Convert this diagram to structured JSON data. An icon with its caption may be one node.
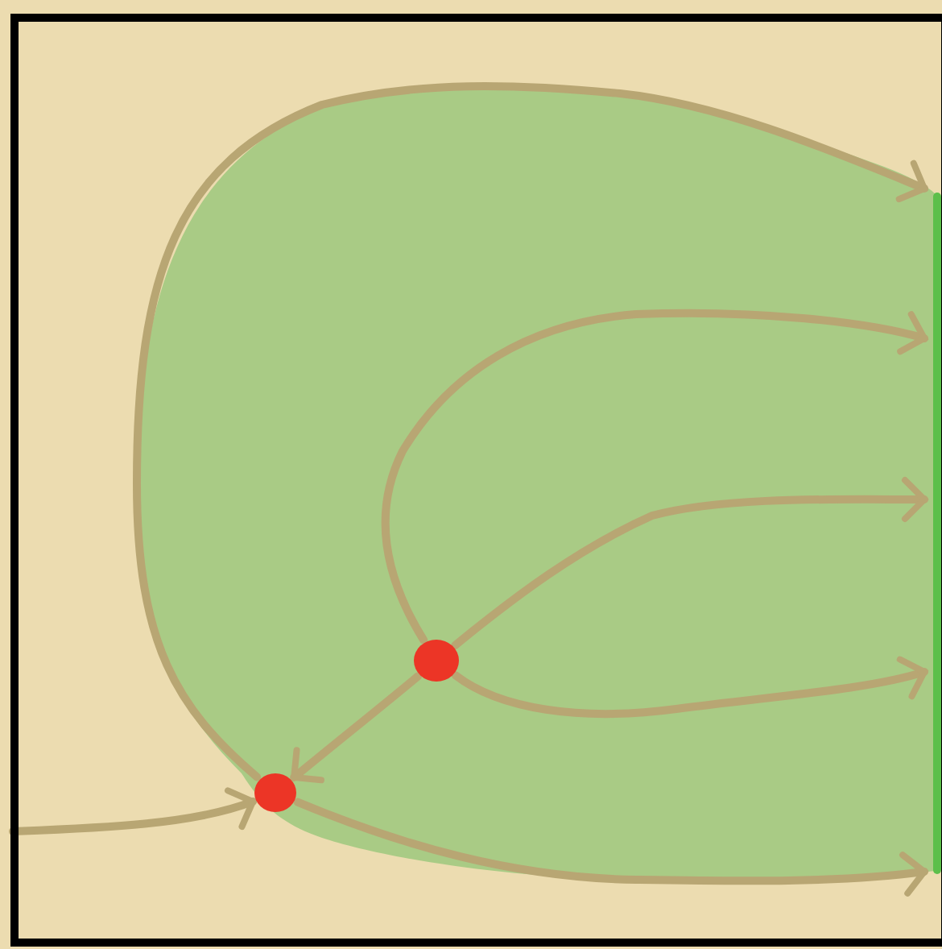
{
  "diagram": {
    "nodes": [
      {
        "text": [],
        "shape": "circle"
      },
      {
        "text": [],
        "shape": "circle"
      }
    ],
    "edges": [
      {
        "from": null,
        "to": 0,
        "arrow": "to"
      },
      {
        "from": 1,
        "to": 0,
        "arrow": "to"
      },
      {
        "from": 0,
        "to": null,
        "arrow": "to"
      },
      {
        "from": 0,
        "to": null,
        "arrow": "to"
      },
      {
        "from": 1,
        "to": null,
        "arrow": "to"
      },
      {
        "from": 1,
        "to": null,
        "arrow": "to"
      },
      {
        "from": 1,
        "to": null,
        "arrow": "to"
      }
    ]
  }
}
